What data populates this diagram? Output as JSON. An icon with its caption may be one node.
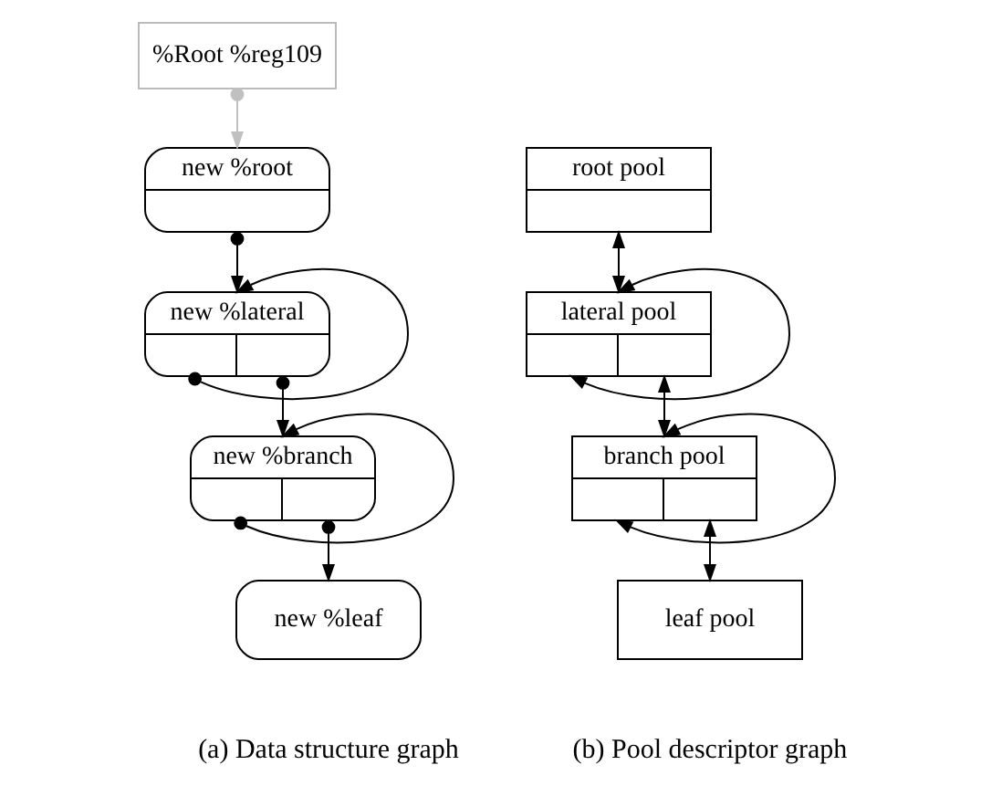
{
  "diagram": {
    "nodes": [
      {
        "text": [
          "%Root %reg109"
        ]
      },
      {
        "text": [
          "new  %root"
        ]
      },
      {
        "text": [
          "new  %lateral"
        ]
      },
      {
        "text": [
          "new  %branch"
        ]
      },
      {
        "text": [
          "new  %leaf"
        ]
      },
      {
        "text": [
          "root pool"
        ]
      },
      {
        "text": [
          "lateral pool"
        ]
      },
      {
        "text": [
          "branch pool"
        ]
      },
      {
        "text": [
          "leaf pool"
        ]
      }
    ],
    "edges": [
      {
        "from": 0,
        "to": 1,
        "arrow": "to",
        "color": "#c0c0c0"
      },
      {
        "from": 1,
        "to": 2,
        "arrow": "to"
      },
      {
        "from": 2,
        "to": 2,
        "arrow": "to"
      },
      {
        "from": 2,
        "to": 3,
        "arrow": "to"
      },
      {
        "from": 3,
        "to": 3,
        "arrow": "to"
      },
      {
        "from": 3,
        "to": 4,
        "arrow": "to"
      },
      {
        "from": 5,
        "to": 6,
        "arrow": "both"
      },
      {
        "from": 6,
        "to": 6,
        "arrow": "both"
      },
      {
        "from": 6,
        "to": 7,
        "arrow": "both"
      },
      {
        "from": 7,
        "to": 7,
        "arrow": "both"
      },
      {
        "from": 7,
        "to": 8,
        "arrow": "both"
      }
    ],
    "labels": [
      "(a) Data structure graph",
      "(b) Pool descriptor graph"
    ]
  }
}
